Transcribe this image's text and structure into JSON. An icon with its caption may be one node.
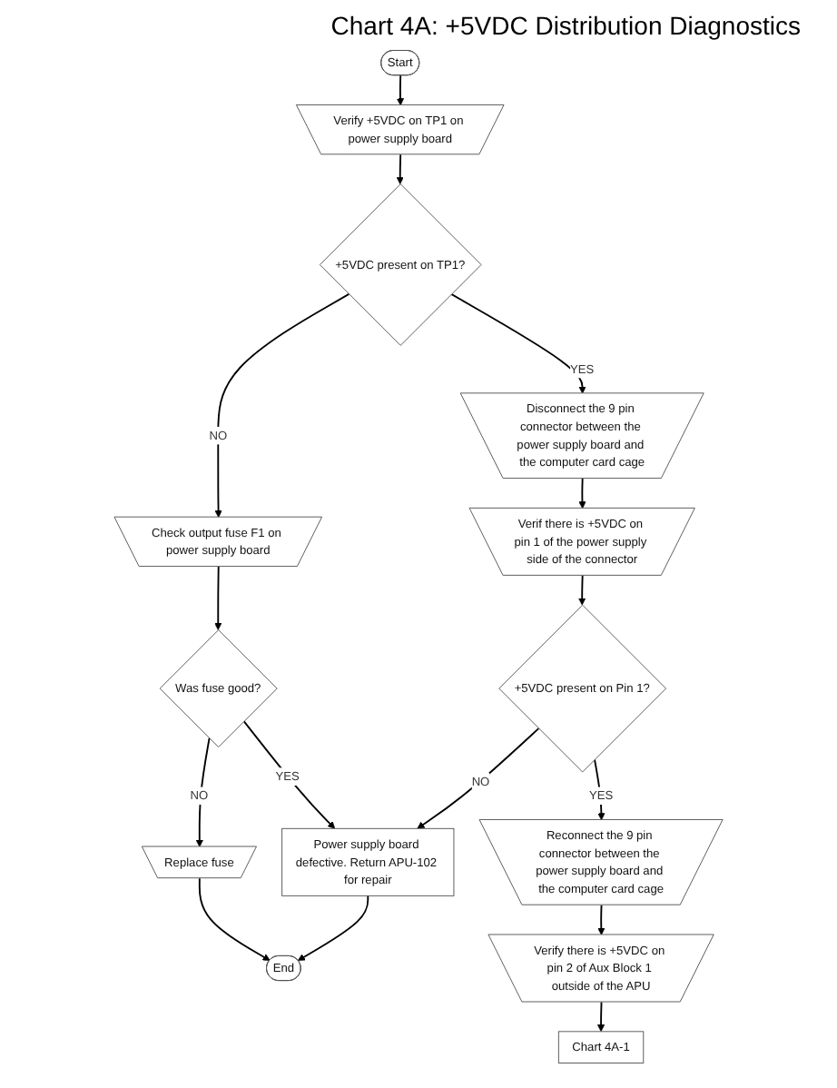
{
  "diagram": {
    "title": "Chart 4A: +5VDC Distribution Diagnostics",
    "nodes": [
      {
        "text": [
          "Start"
        ]
      },
      {
        "text": [
          "Verify +5VDC on TP1 on power supply board"
        ]
      },
      {
        "text": [
          "+5VDC present on TP1?"
        ]
      },
      {
        "text": [
          "Check output fuse F1 on power supply board"
        ]
      },
      {
        "text": [
          "Was fuse good?"
        ]
      },
      {
        "text": [
          "Replace fuse"
        ]
      },
      {
        "text": [
          "Disconnect the 9 pin connector between the power supply board and the computer card cage"
        ]
      },
      {
        "text": [
          "Power supply board defective. Return APU-102 for repair"
        ]
      },
      {
        "text": [
          "End"
        ]
      },
      {
        "text": [
          "Verif there is +5VDC on pin 1 of the power supply side of the connector"
        ]
      },
      {
        "text": [
          "+5VDC present on Pin 1?"
        ]
      },
      {
        "text": [
          "Reconnect the 9 pin connector between the power supply board and the computer card cage"
        ]
      },
      {
        "text": [
          "Verify there is +5VDC on pin 2 of Aux Block 1 outside of the APU"
        ]
      },
      {
        "text": [
          "Chart 4A-1"
        ]
      }
    ],
    "edges": [
      {
        "from": 0,
        "to": 1,
        "arrow": "to"
      },
      {
        "from": 1,
        "to": 2,
        "arrow": "to"
      },
      {
        "from": 2,
        "to": 3,
        "label": "NO",
        "arrow": "to"
      },
      {
        "from": 3,
        "to": 4,
        "arrow": "to"
      },
      {
        "from": 4,
        "to": 5,
        "label": "NO",
        "arrow": "to"
      },
      {
        "from": 2,
        "to": 6,
        "label": "YES",
        "arrow": "to"
      },
      {
        "from": 4,
        "to": 7,
        "label": "YES",
        "arrow": "to"
      },
      {
        "from": 5,
        "to": 8,
        "arrow": "to"
      },
      {
        "from": 7,
        "to": 8,
        "arrow": "to"
      },
      {
        "from": 6,
        "to": 9,
        "arrow": "to"
      },
      {
        "from": 9,
        "to": 10,
        "arrow": "to"
      },
      {
        "from": 10,
        "to": 7,
        "label": "NO",
        "arrow": "to"
      },
      {
        "from": 10,
        "to": 11,
        "label": "YES",
        "arrow": "to"
      },
      {
        "from": 11,
        "to": 12,
        "arrow": "to"
      },
      {
        "from": 12,
        "to": 13,
        "arrow": "to"
      }
    ]
  }
}
